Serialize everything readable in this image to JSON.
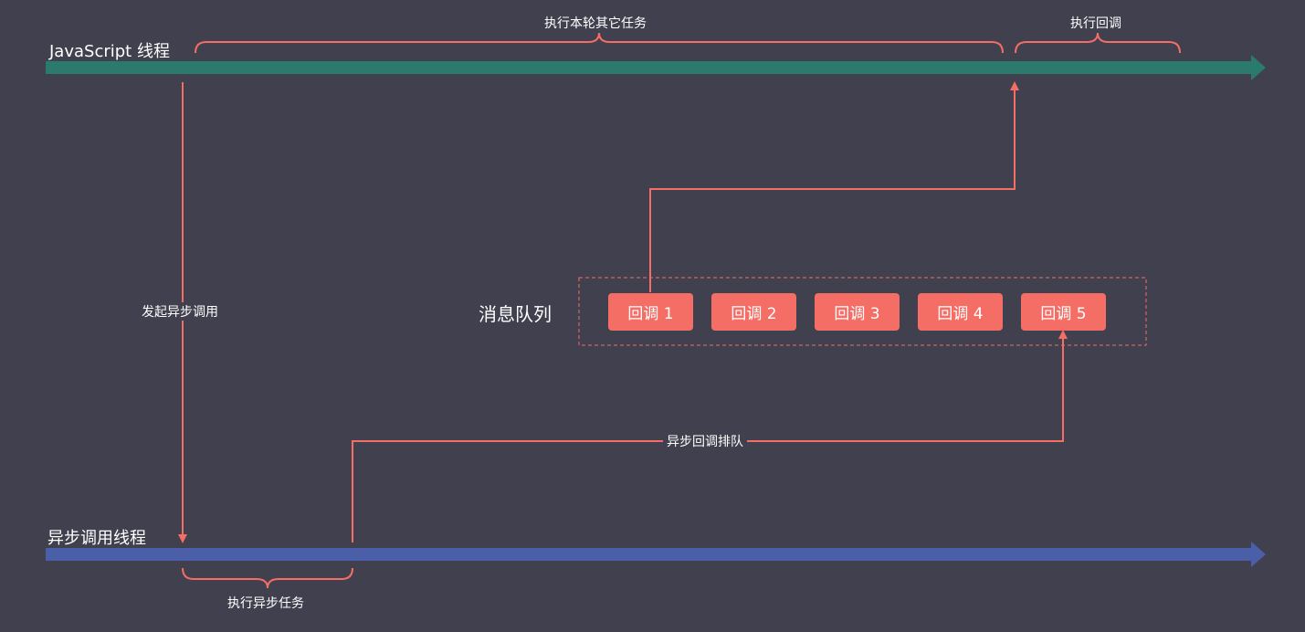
{
  "threads": {
    "js": {
      "label": "JavaScript 线程",
      "color": "#2b7a6e"
    },
    "async": {
      "label": "异步调用线程",
      "color": "#4a5fa8"
    }
  },
  "annotations": {
    "run_other_tasks": "执行本轮其它任务",
    "run_callback": "执行回调",
    "start_async_call": "发起异步调用",
    "queue_callback": "异步回调排队",
    "run_async_task": "执行异步任务"
  },
  "queue": {
    "title": "消息队列",
    "items": [
      "回调 1",
      "回调 2",
      "回调 3",
      "回调 4",
      "回调 5"
    ]
  },
  "colors": {
    "background": "#40404e",
    "accent": "#f56e66",
    "text": "#ffffff"
  }
}
